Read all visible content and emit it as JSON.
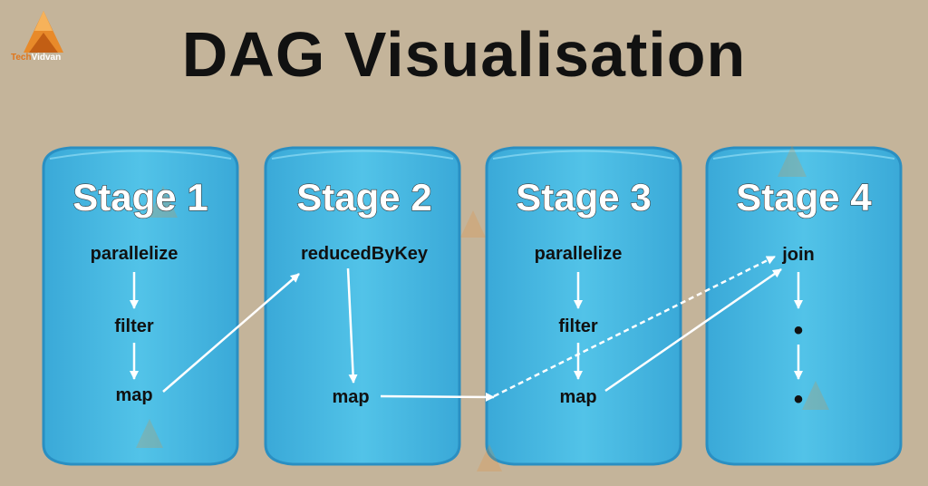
{
  "brand": {
    "name_part1": "Tech",
    "name_part2": "Vidvan",
    "colors": {
      "orange": "#e88a2a",
      "dark_orange": "#c25e14"
    }
  },
  "title": "DAG Visualisation",
  "colors": {
    "background": "#c4b49a",
    "cylinder_fill": "#4bbde3",
    "cylinder_edge": "#2a8fc2",
    "arrow": "#ffffff"
  },
  "stages": [
    {
      "title": "Stage 1",
      "ops": [
        "parallelize",
        "filter",
        "map"
      ]
    },
    {
      "title": "Stage 2",
      "ops": [
        "reducedByKey",
        "map"
      ]
    },
    {
      "title": "Stage 3",
      "ops": [
        "parallelize",
        "filter",
        "map"
      ]
    },
    {
      "title": "Stage 4",
      "ops": [
        "join",
        "•",
        "•"
      ]
    }
  ],
  "cross_stage_edges": [
    {
      "from": "Stage 1 map",
      "to": "Stage 2 reducedByKey",
      "style": "solid"
    },
    {
      "from": "Stage 2 map",
      "to": "Stage 4 join",
      "style": "dashed"
    },
    {
      "from": "Stage 3 map",
      "to": "Stage 4 join",
      "style": "solid"
    }
  ]
}
